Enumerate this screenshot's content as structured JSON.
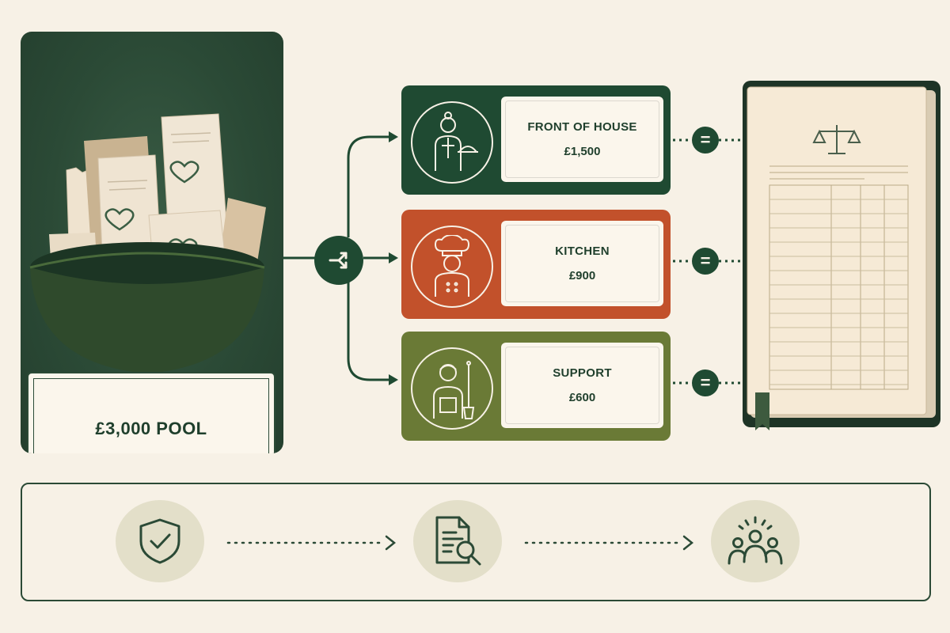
{
  "pool": {
    "label": "£3,000 POOL"
  },
  "roles": [
    {
      "name": "FRONT OF HOUSE",
      "amount": "£1,500",
      "icon": "waiter-icon",
      "color": "#1f4a32"
    },
    {
      "name": "KITCHEN",
      "amount": "£900",
      "icon": "chef-icon",
      "color": "#c2512b"
    },
    {
      "name": "SUPPORT",
      "amount": "£600",
      "icon": "support-staff-icon",
      "color": "#6a7a36"
    }
  ],
  "process_steps": [
    {
      "icon": "shield-check-icon"
    },
    {
      "icon": "document-search-icon"
    },
    {
      "icon": "team-icon"
    }
  ],
  "colors": {
    "background": "#f7f1e6",
    "dark_green": "#1f4a32",
    "terracotta": "#c2512b",
    "olive": "#6a7a36",
    "step_circle": "#e3dfc9"
  }
}
